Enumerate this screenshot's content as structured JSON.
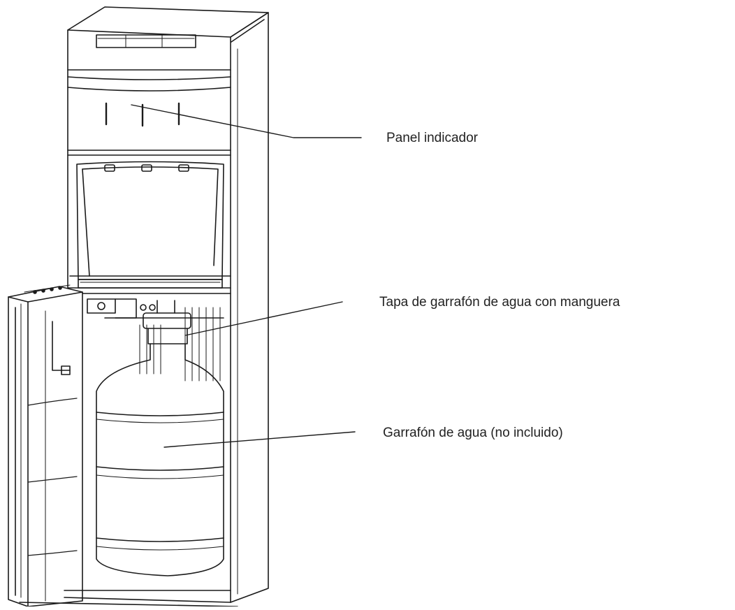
{
  "diagram": {
    "subject": "Dispensador de agua",
    "line_color": "#1a1a1a",
    "background": "#ffffff",
    "labels": [
      {
        "id": "panel",
        "text": "Panel indicador"
      },
      {
        "id": "cap",
        "text": "Tapa de garrafón de agua con manguera"
      },
      {
        "id": "bottle",
        "text": "Garrafón de agua (no incluido)"
      }
    ]
  }
}
